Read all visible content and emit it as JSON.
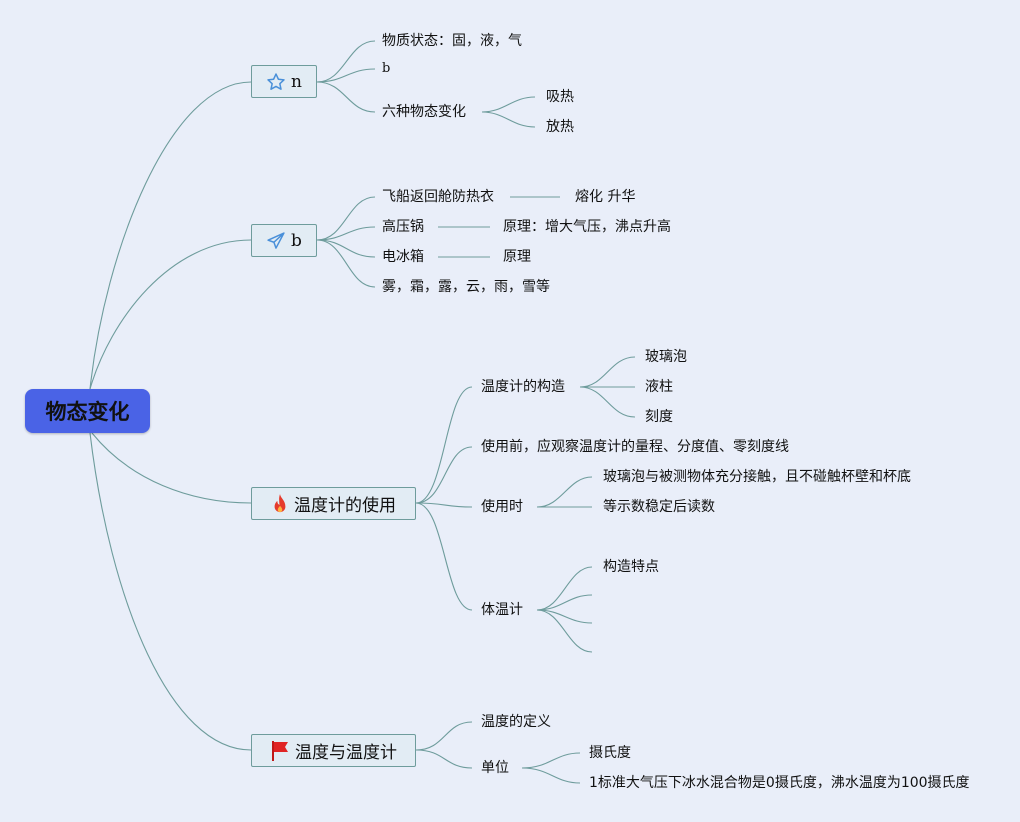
{
  "root": {
    "label": "物态变化"
  },
  "topics": {
    "n": {
      "label": "n",
      "icon": "star-icon",
      "children": {
        "states": "物质状态：固，液，气",
        "b": "b",
        "six_changes": "六种物态变化",
        "absorb": "吸热",
        "release": "放热"
      }
    },
    "b": {
      "label": "b",
      "icon": "paper-plane-icon",
      "children": {
        "spacecraft": "飞船返回舱防热衣",
        "spacecraft_note": "熔化 升华",
        "pressure_cooker": "高压锅",
        "pressure_cooker_note": "原理：增大气压，沸点升高",
        "fridge": "电冰箱",
        "fridge_note": "原理",
        "weather": "雾，霜，露，云，雨，雪等"
      }
    },
    "usage": {
      "label": "温度计的使用",
      "icon": "fire-icon",
      "children": {
        "structure": "温度计的构造",
        "bulb": "玻璃泡",
        "column": "液柱",
        "scale": "刻度",
        "before_use": "使用前，应观察温度计的量程、分度值、零刻度线",
        "during_use": "使用时",
        "contact": "玻璃泡与被测物体充分接触，且不碰触杯壁和杯底",
        "stable": "等示数稳定后读数",
        "clinical": "体温计",
        "clinical_feature": "构造特点"
      }
    },
    "temp": {
      "label": "温度与温度计",
      "icon": "flag-icon",
      "children": {
        "definition": "温度的定义",
        "unit": "单位",
        "celsius": "摄氏度",
        "celsius_def": "1标准大气压下冰水混合物是0摄氏度，沸水温度为100摄氏度"
      }
    }
  },
  "colors": {
    "background": "#e9eef9",
    "root_fill": "#4a63e6",
    "topic_fill": "#e2ecf4",
    "line": "#6e9c9c",
    "star": "#4a90d9",
    "plane": "#4a90d9",
    "fire": "#e53b2c",
    "flag": "#e02424"
  }
}
